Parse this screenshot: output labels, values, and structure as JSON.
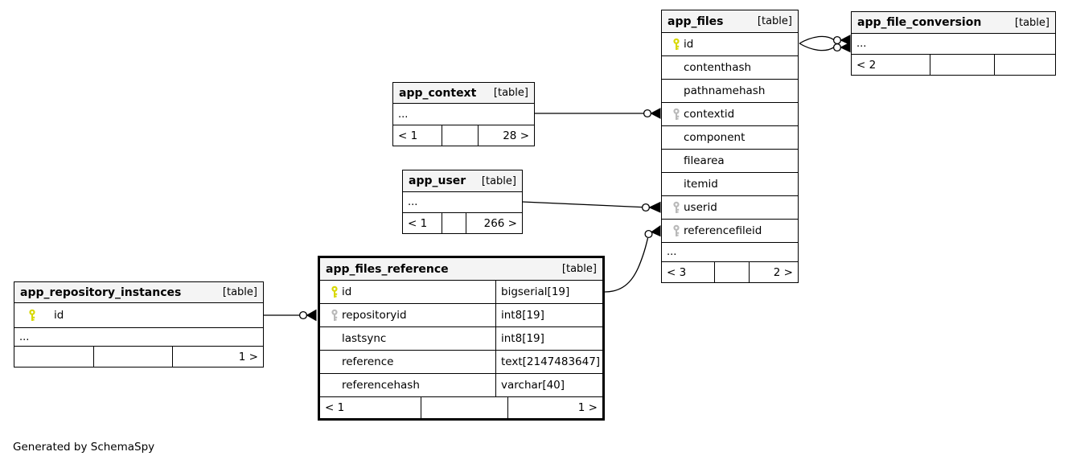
{
  "page": {
    "credit": "Generated by SchemaSpy"
  },
  "colors": {
    "background": "#ffffff",
    "table_header_bg": "#f4f4f4",
    "border": "#000000",
    "primary_key_icon": "#d8d800",
    "foreign_key_icon": "#b9b9b9"
  },
  "tables": [
    {
      "id": "app_files",
      "name": "app_files",
      "badge": "[table]",
      "columns": [
        {
          "name": "id",
          "key": "pk"
        },
        {
          "name": "contenthash"
        },
        {
          "name": "pathnamehash"
        },
        {
          "name": "contextid",
          "key": "fk"
        },
        {
          "name": "component"
        },
        {
          "name": "filearea"
        },
        {
          "name": "itemid"
        },
        {
          "name": "userid",
          "key": "fk"
        },
        {
          "name": "referencefileid",
          "key": "fk"
        }
      ],
      "ellipsis": "...",
      "footer": {
        "left": "< 3",
        "center": "",
        "right": "2 >"
      }
    },
    {
      "id": "app_file_conversion",
      "name": "app_file_conversion",
      "badge": "[table]",
      "columns": [],
      "ellipsis": "...",
      "footer": {
        "left": "< 2",
        "center": "",
        "right": ""
      }
    },
    {
      "id": "app_context",
      "name": "app_context",
      "badge": "[table]",
      "columns": [],
      "ellipsis": "...",
      "footer": {
        "left": "< 1",
        "center": "",
        "right": "28 >"
      }
    },
    {
      "id": "app_user",
      "name": "app_user",
      "badge": "[table]",
      "columns": [],
      "ellipsis": "...",
      "footer": {
        "left": "< 1",
        "center": "",
        "right": "266 >"
      }
    },
    {
      "id": "app_files_reference",
      "name": "app_files_reference",
      "badge": "[table]",
      "columns": [
        {
          "name": "id",
          "type": "bigserial[19]",
          "key": "pk"
        },
        {
          "name": "repositoryid",
          "type": "int8[19]",
          "key": "fk"
        },
        {
          "name": "lastsync",
          "type": "int8[19]"
        },
        {
          "name": "reference",
          "type": "text[2147483647]"
        },
        {
          "name": "referencehash",
          "type": "varchar[40]"
        }
      ],
      "ellipsis": null,
      "footer": {
        "left": "< 1",
        "center": "",
        "right": "1 >"
      }
    },
    {
      "id": "app_repository_instances",
      "name": "app_repository_instances",
      "badge": "[table]",
      "columns": [
        {
          "name": "id",
          "key": "pk"
        }
      ],
      "ellipsis": "...",
      "footer": {
        "left": "",
        "center": "",
        "right": "1 >"
      }
    }
  ],
  "relationships": [
    {
      "parent": "app_context",
      "child": "app_files.contextid"
    },
    {
      "parent": "app_user",
      "child": "app_files.userid"
    },
    {
      "parent": "app_files_reference.id",
      "child": "app_files.referencefileid"
    },
    {
      "parent": "app_repository_instances.id",
      "child": "app_files_reference.repositoryid"
    },
    {
      "parent": "app_files.id",
      "child": "app_file_conversion",
      "count": 2
    }
  ]
}
